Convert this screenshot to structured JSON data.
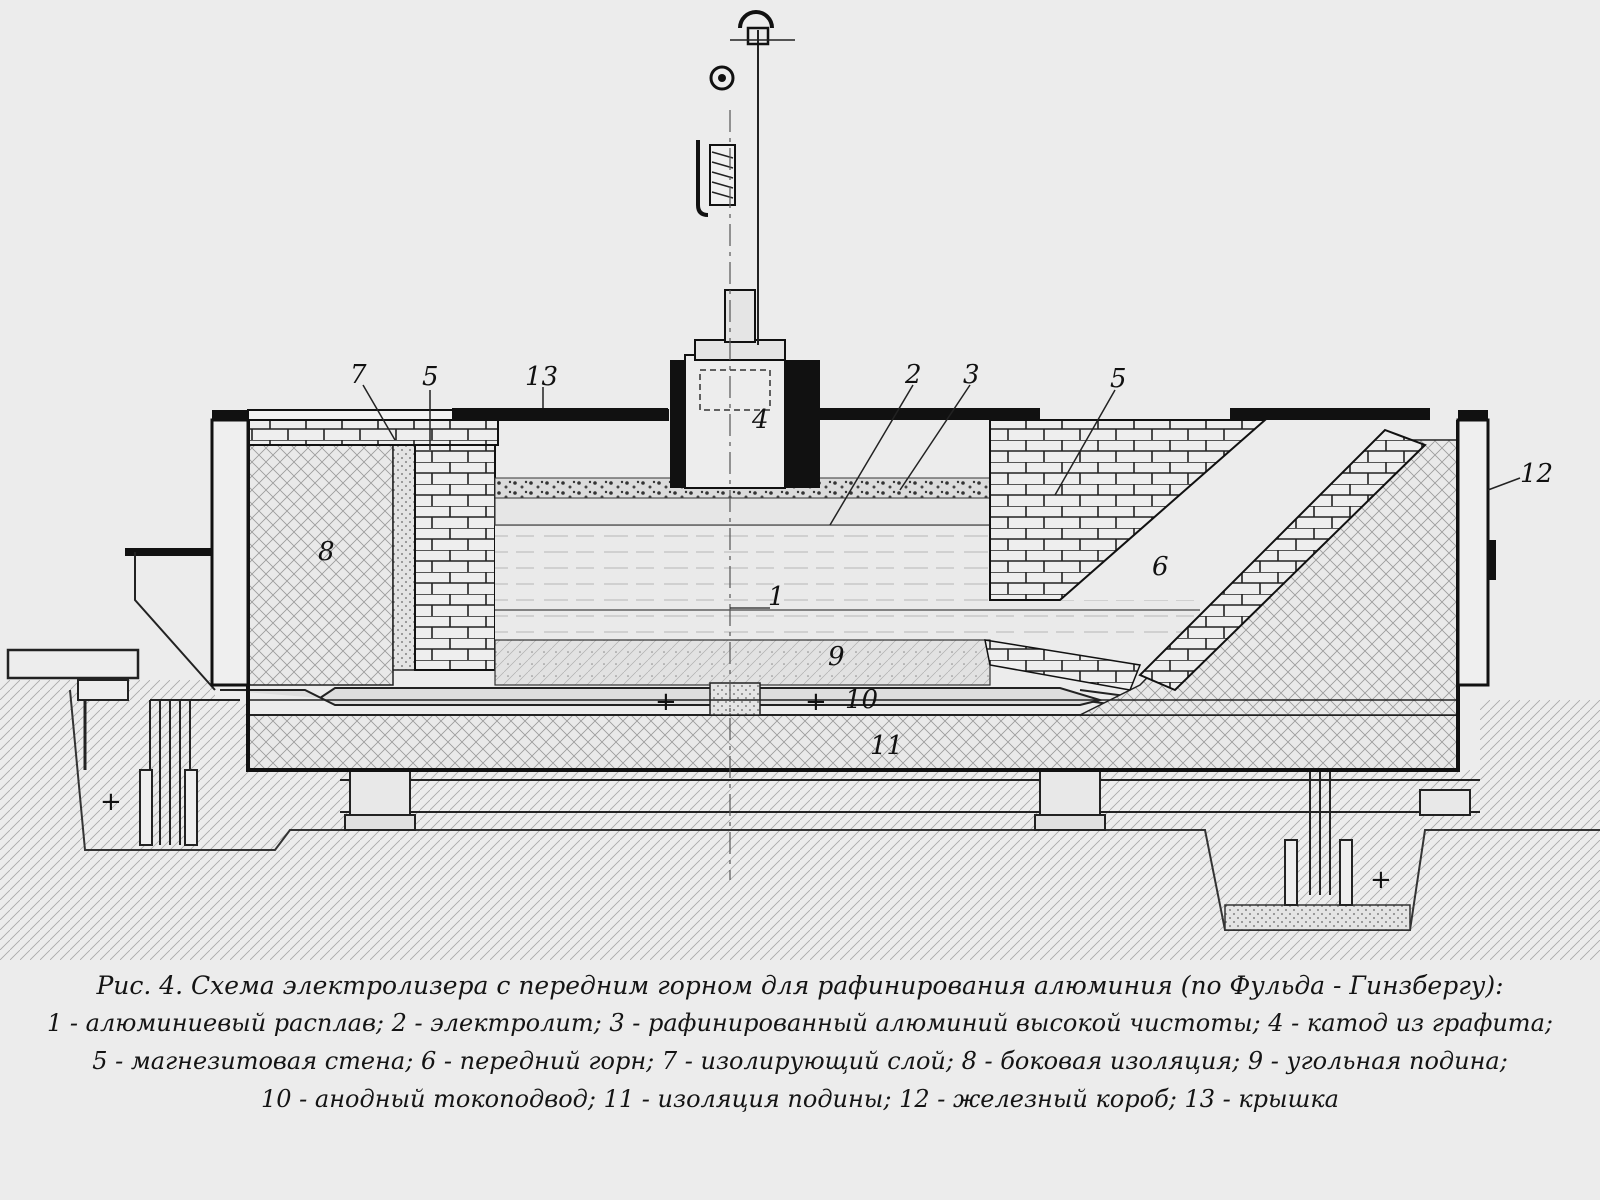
{
  "figure": {
    "callouts": [
      "1",
      "2",
      "3",
      "4",
      "5",
      "5",
      "6",
      "7",
      "8",
      "9",
      "10",
      "11",
      "12",
      "13"
    ],
    "polarity": [
      "+",
      "+",
      "+",
      "+"
    ]
  },
  "caption": {
    "title": "Рис. 4. Схема электролизера с передним горном для рафинирования алюминия (по Фульда - Гинзбергу):",
    "legend": [
      "1 - алюминиевый расплав;",
      "2 - электролит;",
      "3 - рафинированный алюминий высокой чистоты;",
      "4 - катод из графита;",
      "5 - магнезитовая стена;",
      "6 - передний горн;",
      "7 - изолирующий слой;",
      "8 - боковая изоляция;",
      "9 - угольная подина;",
      "10 - анодный токоподвод;",
      "11 - изоляция подины;",
      "12 - железный короб;",
      "13 - крышка"
    ]
  }
}
